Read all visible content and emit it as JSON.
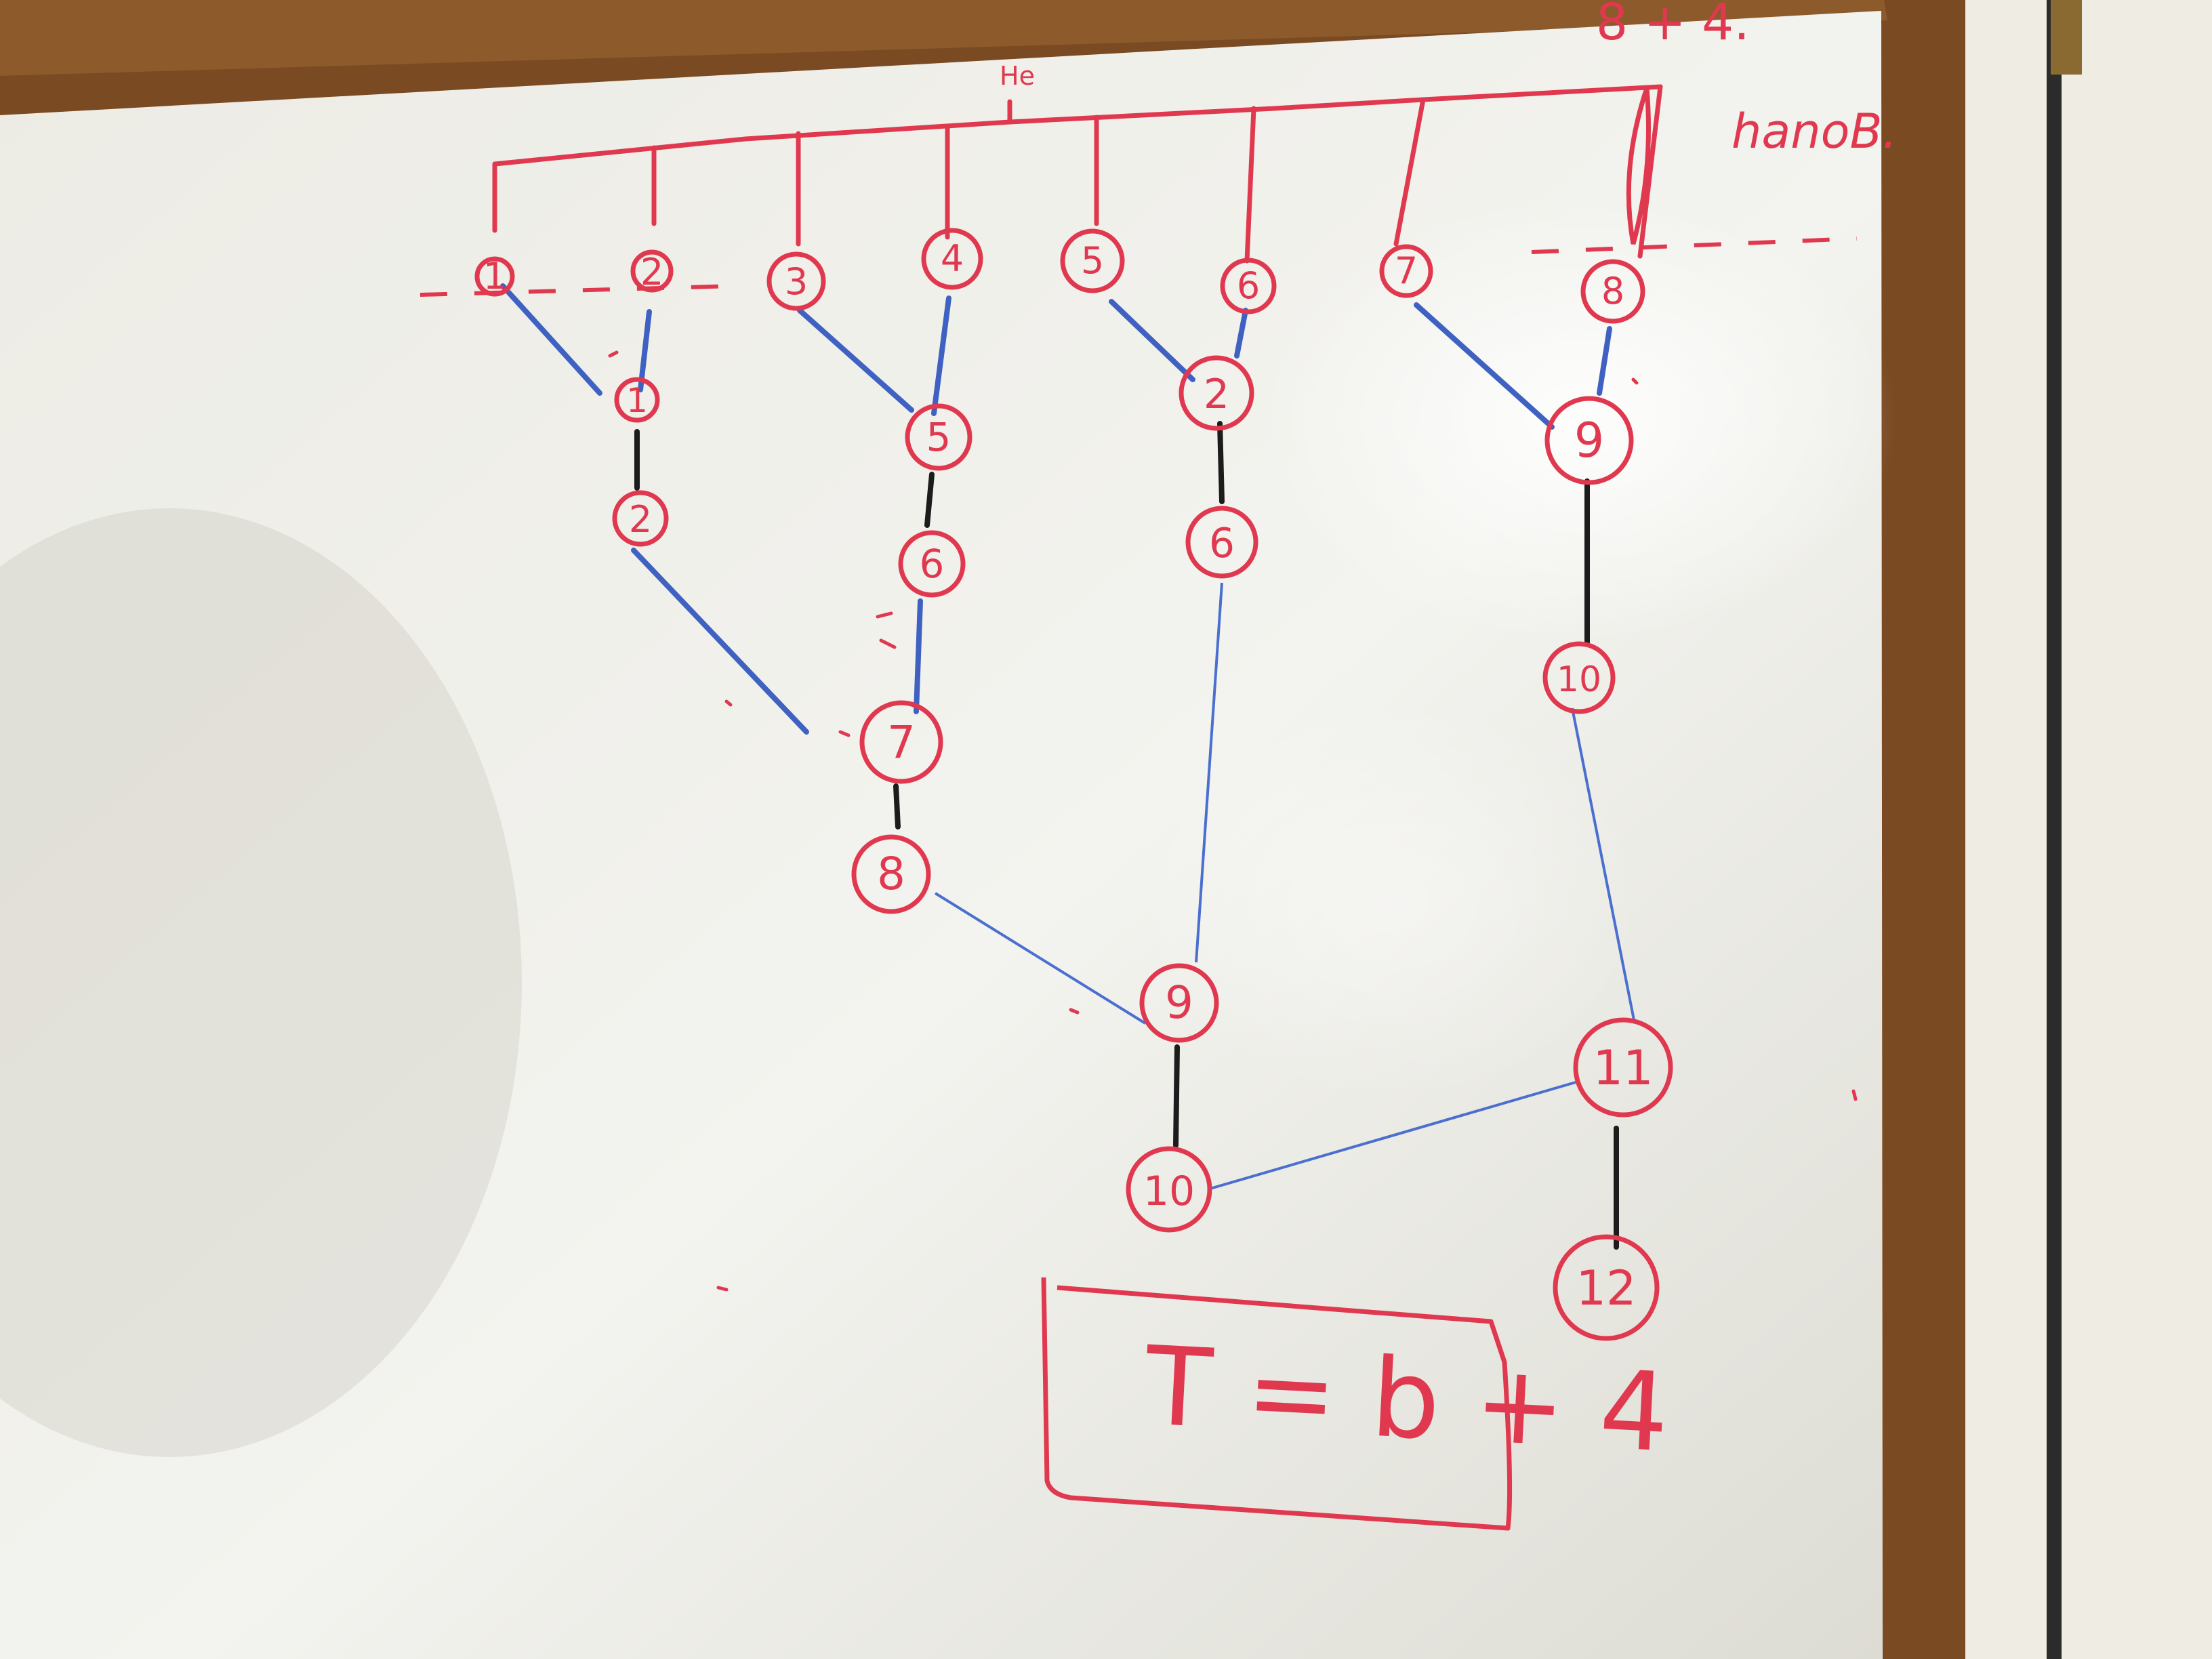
{
  "photo": {
    "subject": "whiteboard",
    "ink_colors": {
      "red": "#e0394f",
      "blue": "#3f62c2",
      "black": "#1c1c1c"
    },
    "frame_color": "#7a4a22"
  },
  "corner_notes": {
    "top_formula": "8 + 4.",
    "side_word": "hanoB."
  },
  "root_label": "He",
  "leaf_labels": [
    "1",
    "2",
    "3",
    "4",
    "5",
    "6",
    "7",
    "8"
  ],
  "chain_nodes": {
    "left_upper": "1",
    "left_mid": "2",
    "mid_chain": [
      "5",
      "6",
      "7",
      "8"
    ],
    "c3_upper": "2",
    "c3_mid": "6",
    "right_upper": "9",
    "right_mid": "10",
    "merge_9": "9",
    "merge_10": "10",
    "right_11": "11",
    "right_12": "12"
  },
  "boxed_formula": "T = b + 4"
}
